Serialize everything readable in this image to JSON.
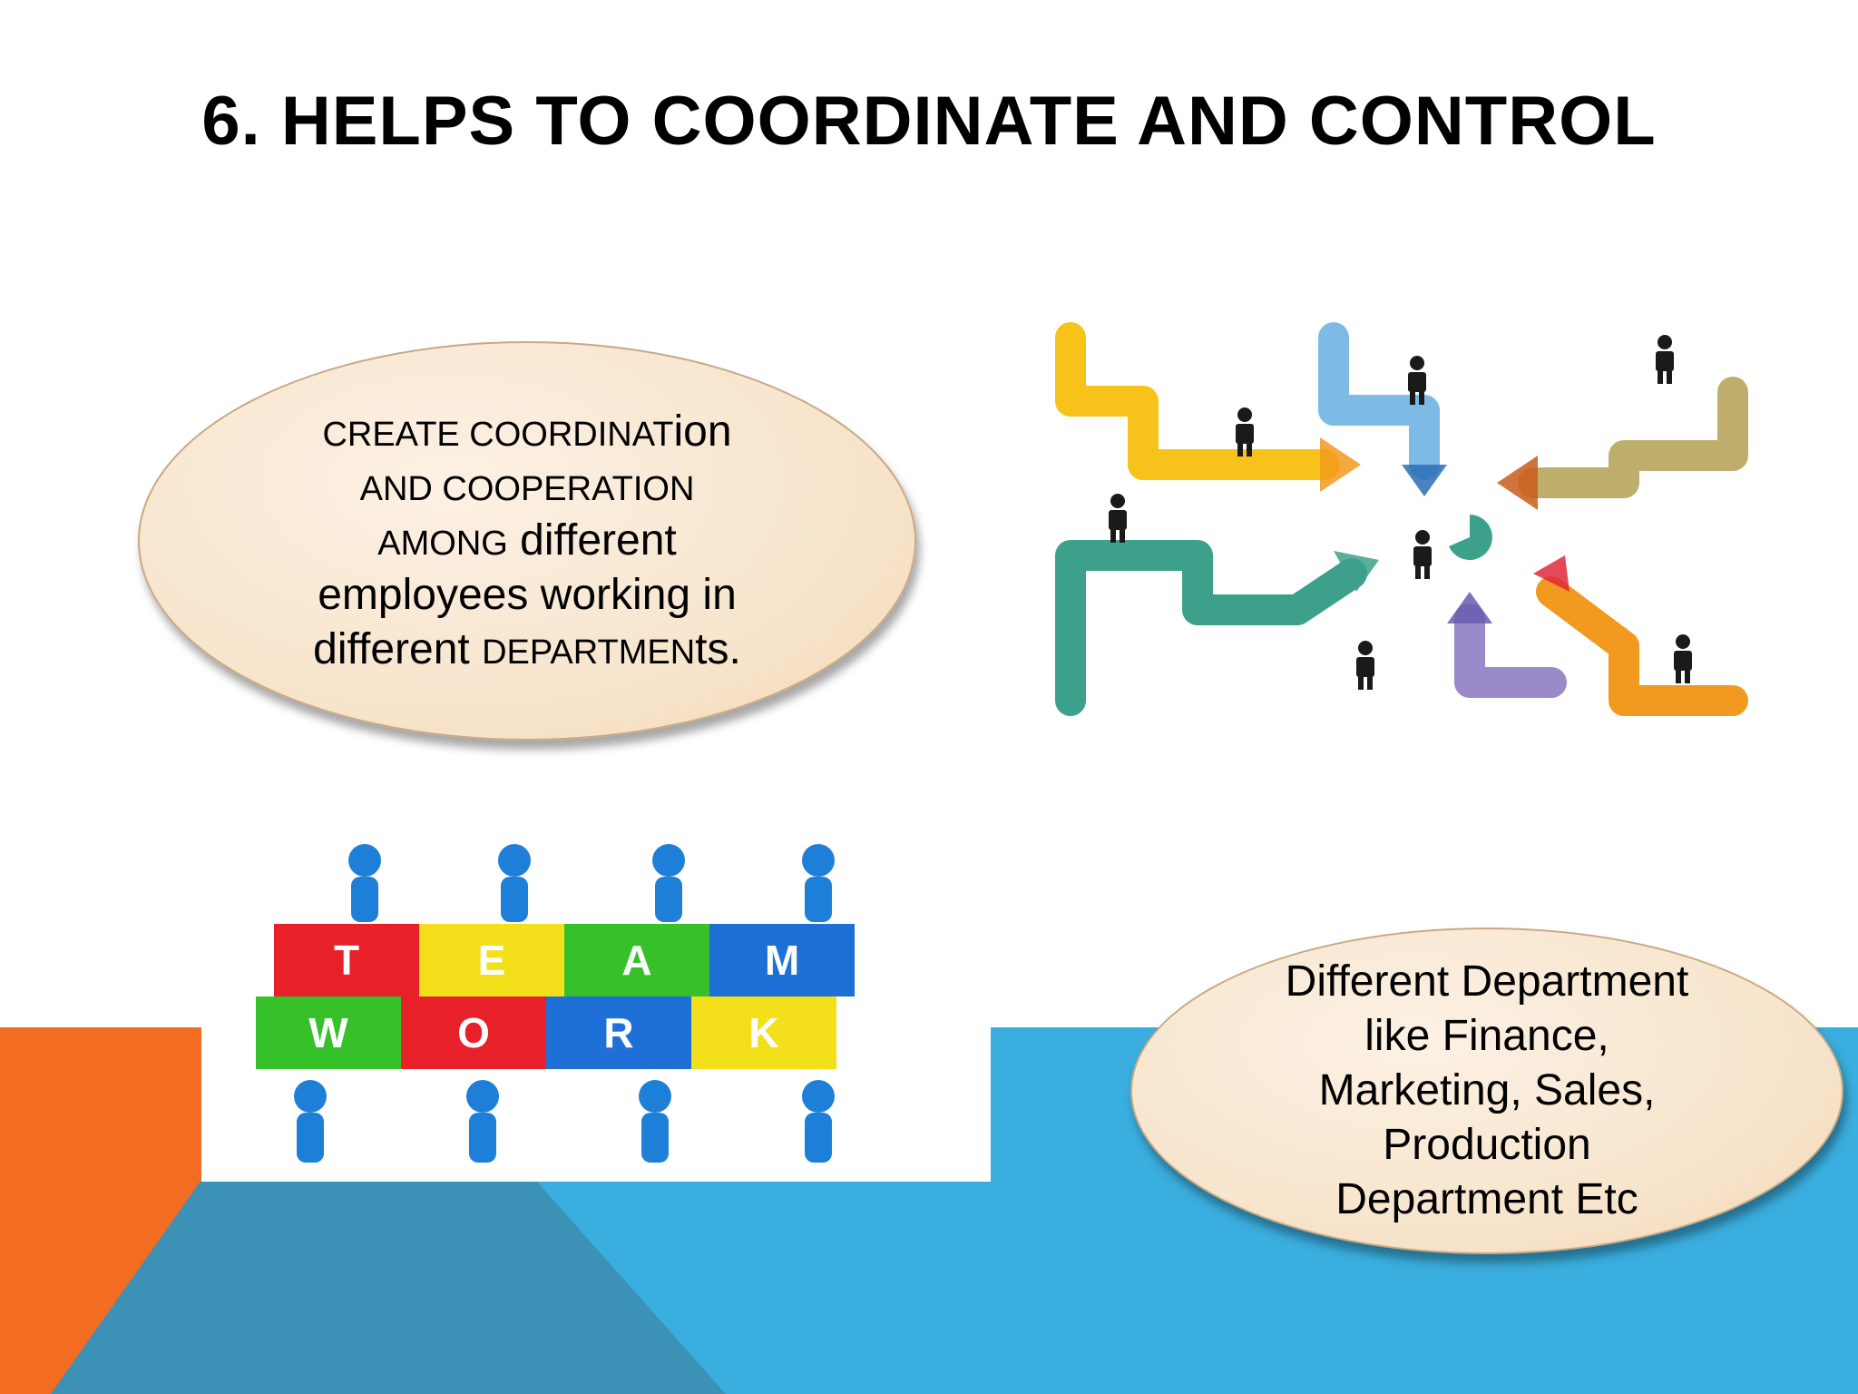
{
  "slide": {
    "title": "6. HELPS TO COORDINATE AND CONTROL",
    "oval_left": {
      "l1_caps": "CREATE COORDINAT",
      "l1_rest": "ion",
      "l2_caps": "AND COOPERATION",
      "l3_caps": "AMONG",
      "l3_rest": " different",
      "l4": "employees working in",
      "l5_lead": "different ",
      "l5_caps": "DEPARTMEN",
      "l5_rest": "ts."
    },
    "oval_right": {
      "l1": "Different Department",
      "l2": "like Finance,",
      "l3": "Marketing, Sales,",
      "l4": "Production",
      "l5": "Department Etc"
    },
    "teamwork_letters": [
      "T",
      "E",
      "A",
      "M",
      "W",
      "O",
      "R",
      "K"
    ]
  },
  "colors": {
    "orange": "#f26c21",
    "blue": "#3aaede",
    "dark_blue": "#3b91b6",
    "oval_fill": "#f7e5cd"
  }
}
